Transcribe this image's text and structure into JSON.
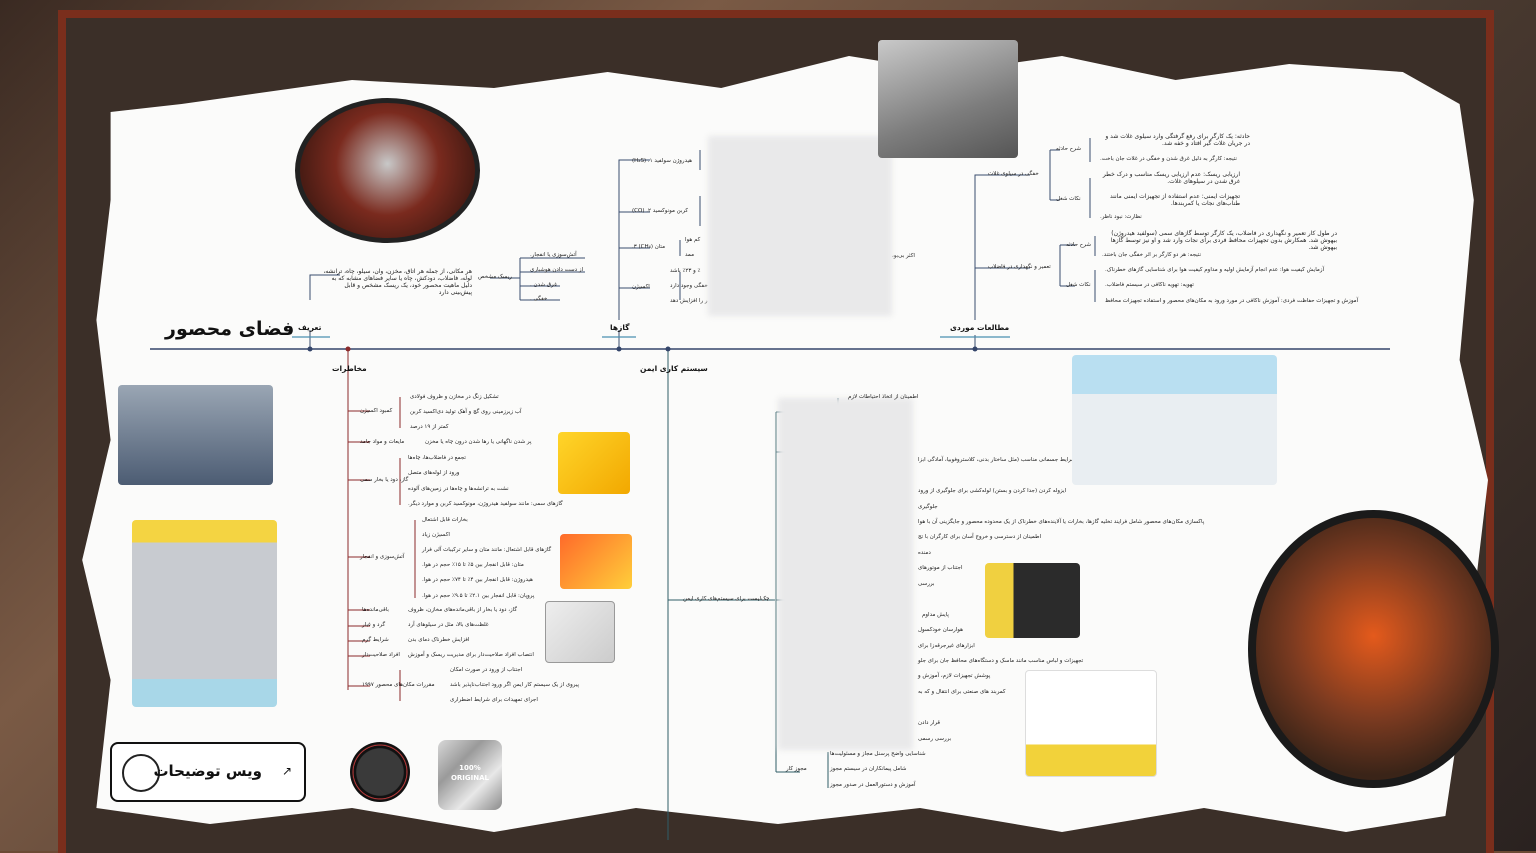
{
  "title": "فضای محصور",
  "voice_button": {
    "label": "ویس توضیحات"
  },
  "badge": {
    "line1": "100%",
    "line2": "ORIGINAL"
  },
  "categories": {
    "definition": "تعریف",
    "gases": "گازها",
    "case_studies": "مطالعات موردی",
    "hazards": "مخاطرات",
    "safe_system": "سیستم کاری ایمن"
  },
  "definition": {
    "text": "هر مکانی، از جمله هر اتاق، مخزن، وان، سیلو، چاه، ترانشه، لوله، فاضلاب، دودکش، چاه یا سایر فضاهای مشابه که به دلیل ماهیت محصور خود، یک ریسک مشخص و قابل پیش‌بینی دارد",
    "risk_label": "ریسک مشخص",
    "risks": [
      "آتش‌سوزی یا انفجار.",
      "از دست دادن هوشیاری",
      "غرق شدن .",
      "خفگی ."
    ]
  },
  "gases": {
    "items": [
      "هیدروژن سولفید ۱. (H₂S)",
      "کربن مونوکسید ۲. (CO)",
      "متان (CH₄) ۳.",
      "اکسیژن"
    ],
    "partial": [
      "کم هوا",
      "ممد",
      "٪ و ۲۳٪ باشد",
      "خفگی وجود دارد",
      "ر را افزایش دهد"
    ],
    "note": "اکثر بی‌بو،"
  },
  "case_studies": {
    "case1": {
      "title": "خفگی در سیلوی غلات",
      "desc_label": "شرح حادثه",
      "lessons_label": "نکات شغل",
      "lines": [
        "حادثه: یک کارگر برای رفع گرفتگی وارد سیلوی غلات شد و در جریان غلات گیر افتاد و خفه شد.",
        "نتیجه: کارگر به دلیل غرق شدن و خفگی در غلات جان باخت.",
        "ارزیابی ریسک: عدم ارزیابی ریسک مناسب و درک خطر غرق شدن در سیلوهای غلات.",
        "تجهیزات ایمنی: عدم استفاده از تجهیزات ایمنی مانند طناب‌های نجات یا کمربندها.",
        "نظارت: نبود ناظر."
      ]
    },
    "case2": {
      "title": "تعمیر و نگهداری در فاضلاب",
      "desc_label": "شرح حادثه",
      "lessons_label": "نکات شغل",
      "lines": [
        "در طول کار تعمیر و نگهداری در فاضلاب، یک کارگر توسط گازهای سمی (سولفید هیدروژن) بیهوش شد. همکارش بدون تجهیزات محافظ فردی برای نجات وارد شد و او نیز توسط گازها بیهوش شد.",
        "نتیجه: هر دو کارگر بر اثر خفگی جان باختند.",
        "آزمایش کیفیت هوا: عدم انجام آزمایش اولیه و مداوم کیفیت هوا برای شناسایی گازهای خطرناک.",
        "تهویه: تهویه ناکافی در سیستم فاضلاب.",
        "آموزش و تجهیزات حفاظت فردی: آموزش ناکافی در مورد ورود به مکان‌های محصور و استفاده تجهیزات محافظ"
      ]
    }
  },
  "hazards": {
    "groups": [
      {
        "label": "کمبود اکسیژن",
        "items": [
          "تشکیل زنگ در مخازن و ظروف فولادی",
          "آب زیرزمینی روی گچ و آهک تولید دی‌اکسید کربن",
          "کمتر از ۱۹ درصد"
        ]
      },
      {
        "label": "مایعات و مواد جامد",
        "items": [
          "پر شدن ناگهانی یا رها شدن درون چاه یا مخزن"
        ]
      },
      {
        "label": "گاز، دود یا بخار سمی",
        "items": [
          "تجمع در فاضلاب‌ها، چاه‌ها",
          "ورود از لوله‌های متصل",
          "نشت به ترانشه‌ها و چاه‌ها در زمین‌های آلوده",
          "گازهای سمی: مانند سولفید هیدروژن، مونوکسید کربن و موارد دیگر."
        ]
      },
      {
        "label": "آتش‌سوزی و انفجار",
        "items": [
          "بخارات قابل اشتعال",
          "اکسیژن زیاد",
          "گازهای قابل اشتعال: مانند متان و سایر ترکیبات آلی فرار",
          "متان: قابل انفجار بین ۵٪ تا ۱۵٪ حجم در هوا.",
          "هیدروژن: قابل انفجار بین ۴٪ تا ۷۴٪ حجم در هوا.",
          "پروپان: قابل انفجار بین ۲.۱٪ تا ۹.۵٪ حجم در هوا."
        ]
      },
      {
        "label": "باقی‌مانده‌ها",
        "items": [
          "گاز، دود یا بخار از باقی‌مانده‌های مخازن، ظروف"
        ]
      },
      {
        "label": "گرد و غبار",
        "items": [
          "غلظت‌های بالا، مثل در سیلوهای آرد"
        ]
      },
      {
        "label": "شرایط گرم",
        "items": [
          "افزایش خطرناک دمای بدن"
        ]
      },
      {
        "label": "افراد صلاحیت‌دار",
        "items": [
          "انتصاب افراد صلاحیت‌دار برای مدیریت ریسک و آموزش"
        ]
      },
      {
        "label": "مقررات مکان‌های محصور ۱۹۹۷",
        "items": [
          "اجتناب از ورود در صورت امکان",
          "پیروی از یک سیستم کار ایمن اگر ورود اجتناب‌ناپذیر باشد",
          "اجرای تمهیدات برای شرایط اضطراری"
        ]
      }
    ]
  },
  "safe_system": {
    "checklist_label": "چک‌لیست برای سیستم‌های کاری ایمن",
    "items": [
      "اطمینان از اتخاذ احتیاطات لازم",
      "شرایط جسمانی مناسب (مثل ساختار بدنی، کلاستروفوبیا، آمادگی ابزا",
      "ایزوله کردن (جدا کردن و بستن) لوله‌کشی برای جلوگیری از ورود",
      "جلوگیری",
      "پاکسازی مکان‌های محصور شامل فرایند تخلیه گازها، بخارات یا آلاینده‌های خطرناک از یک محدوده محصور و جایگزینی آن با هوا",
      "اطمینان از دسترسی و خروج آسان برای کارگران با تج",
      "دمنده",
      "اجتناب از موتورهای",
      "بررسی",
      "پایش مداوم",
      "هوارسان خودکسول",
      "ابزارهای غیرجرقه‌زا برای",
      "تجهیزات و لباس مناسب مانند ماسک و دستگاه‌های محافظ جان برای جلو",
      "پوشش تجهیزات لازم، آموزش و",
      "کمربند های صنعتی برای انتقال و که به",
      "قرار دادن",
      "بررسی رسمی",
      "شناسایی واضح پرسنل مجاز و مسئولیت‌ها",
      "شامل پیمانکاران در سیستم مجوز",
      "آموزش و دستورالعمل در صدور مجوز"
    ],
    "permit_label": "مجوز کار"
  },
  "colors": {
    "axis": "#34456a",
    "hazard": "#8b2a2a",
    "safe": "#2f5d67",
    "gas": "#2f6d7a",
    "definition": "#3a4d6e"
  }
}
